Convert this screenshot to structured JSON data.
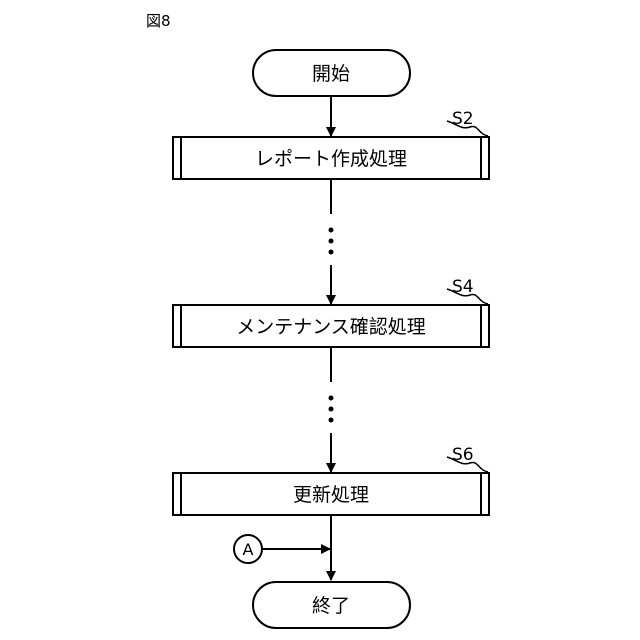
{
  "figure": {
    "label": "図8"
  },
  "terminals": {
    "start": "開始",
    "end": "終了"
  },
  "processes": [
    {
      "id": "S2",
      "label": "レポート作成処理"
    },
    {
      "id": "S4",
      "label": "メンテナンス確認処理"
    },
    {
      "id": "S6",
      "label": "更新処理"
    }
  ],
  "connector": {
    "label": "A"
  }
}
